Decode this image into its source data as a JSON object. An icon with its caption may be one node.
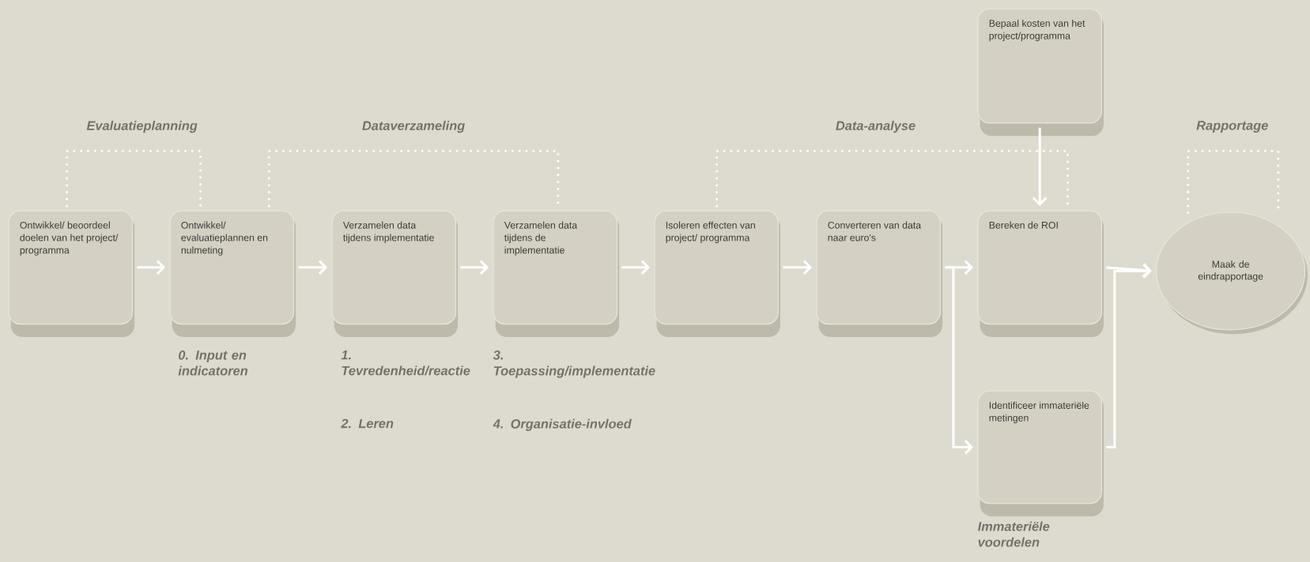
{
  "diagram": {
    "nodes": [
      {
        "text": [
          "Ontwikkel/ beoordeel doelen van het project/ programma"
        ]
      },
      {
        "text": [
          "Ontwikkel/ evaluatieplannen en nulmeting"
        ]
      },
      {
        "text": [
          "Verzamelen data tijdens implementatie"
        ]
      },
      {
        "text": [
          "Verzamelen data tijdens de implementatie"
        ]
      },
      {
        "text": [
          "Isoleren effecten van project/ programma"
        ]
      },
      {
        "text": [
          "Converteren van data naar euro's"
        ]
      },
      {
        "text": [
          "Bepaal kosten van het project/programma"
        ]
      },
      {
        "text": [
          "Bereken de ROI"
        ]
      },
      {
        "text": [
          "Maak de eindrapportage"
        ]
      },
      {
        "text": [
          "Identificeer immateriële metingen"
        ],
        "beside": [
          "Immateriële voordelen"
        ]
      }
    ],
    "edges": [
      {
        "from": 0,
        "to": 1,
        "arrow": "to"
      },
      {
        "from": 1,
        "to": 2,
        "arrow": "to"
      },
      {
        "from": 2,
        "to": 3,
        "arrow": "to"
      },
      {
        "from": 3,
        "to": 4,
        "arrow": "to"
      },
      {
        "from": 4,
        "to": 5,
        "arrow": "to"
      },
      {
        "from": 5,
        "to": 7,
        "arrow": "to"
      },
      {
        "from": 5,
        "to": 9,
        "arrow": "to"
      },
      {
        "from": 6,
        "to": 7,
        "arrow": "to"
      },
      {
        "from": 7,
        "to": 8,
        "arrow": "to"
      },
      {
        "from": 9,
        "to": 8,
        "arrow": "to"
      }
    ],
    "labels": [
      "Evaluatieplanning",
      "Dataverzameling",
      "Data-analyse",
      "Rapportage",
      "0. Input en indicatoren",
      "1. Tevredenheid/reactie",
      "3. Toepassing/implementatie",
      "2. Leren",
      "4. Organisatie-invloed"
    ]
  }
}
